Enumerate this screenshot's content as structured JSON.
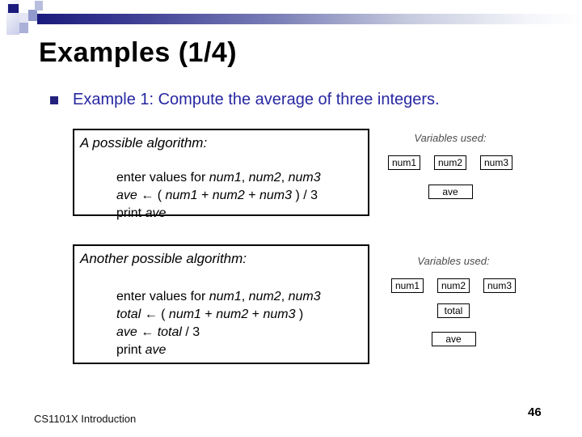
{
  "slide": {
    "title": "Examples (1/4)",
    "bullet": {
      "text": "Example 1: Compute the average of three integers."
    },
    "footer": {
      "course": "CS1101X Introduction",
      "page": "46"
    },
    "colors": {
      "bar_navy": "#1a1a7d",
      "bullet_square": "#23237e",
      "bullet_text_blue": "#2727a2",
      "muted_label_gray": "#4c4c4c"
    }
  },
  "algo1": {
    "heading": "A possible algorithm:",
    "lines": [
      [
        {
          "t": "enter values for ",
          "i": 0
        },
        {
          "t": "num1",
          "i": 1
        },
        {
          "t": ", ",
          "i": 0
        },
        {
          "t": "num2",
          "i": 1
        },
        {
          "t": ", ",
          "i": 0
        },
        {
          "t": "num3",
          "i": 1
        }
      ],
      [
        {
          "t": "ave",
          "i": 1
        },
        {
          "t": " ← ( ",
          "i": 0
        },
        {
          "t": "num1",
          "i": 1
        },
        {
          "t": " + ",
          "i": 0
        },
        {
          "t": "num2",
          "i": 1
        },
        {
          "t": " + ",
          "i": 0
        },
        {
          "t": "num3",
          "i": 1
        },
        {
          "t": " ) / 3",
          "i": 0
        }
      ],
      [
        {
          "t": "print ",
          "i": 0
        },
        {
          "t": "ave",
          "i": 1
        }
      ]
    ],
    "vars": {
      "label": "Variables used:",
      "row1": [
        "num1",
        "num2",
        "num3"
      ],
      "row2": [
        "ave"
      ]
    }
  },
  "algo2": {
    "heading": "Another possible algorithm:",
    "lines": [
      [
        {
          "t": "enter values for ",
          "i": 0
        },
        {
          "t": "num1",
          "i": 1
        },
        {
          "t": ", ",
          "i": 0
        },
        {
          "t": "num2",
          "i": 1
        },
        {
          "t": ", ",
          "i": 0
        },
        {
          "t": "num3",
          "i": 1
        }
      ],
      [
        {
          "t": "total",
          "i": 1
        },
        {
          "t": " ← ( ",
          "i": 0
        },
        {
          "t": "num1",
          "i": 1
        },
        {
          "t": " + ",
          "i": 0
        },
        {
          "t": "num2",
          "i": 1
        },
        {
          "t": " + ",
          "i": 0
        },
        {
          "t": "num3",
          "i": 1
        },
        {
          "t": " )",
          "i": 0
        }
      ],
      [
        {
          "t": "ave",
          "i": 1
        },
        {
          "t": " ← ",
          "i": 0
        },
        {
          "t": "total",
          "i": 1
        },
        {
          "t": "  / 3",
          "i": 0
        }
      ],
      [
        {
          "t": "print ",
          "i": 0
        },
        {
          "t": "ave",
          "i": 1
        }
      ]
    ],
    "vars": {
      "label": "Variables used:",
      "row1": [
        "num1",
        "num2",
        "num3"
      ],
      "row2": [
        "total"
      ],
      "row3": [
        "ave"
      ]
    }
  }
}
